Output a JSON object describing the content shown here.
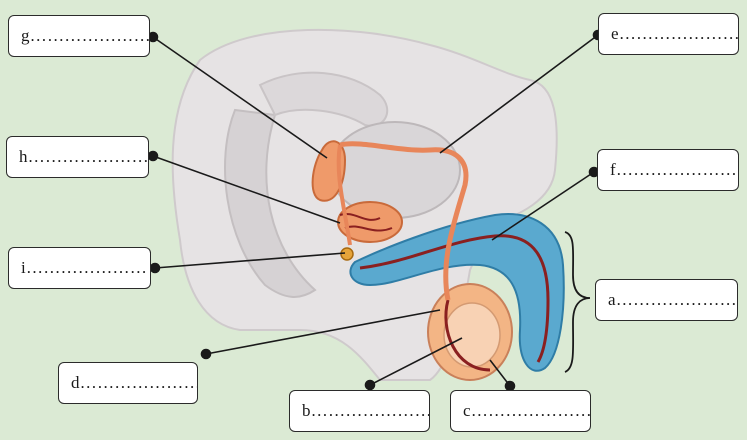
{
  "diagram": {
    "background_color": "#dbead4",
    "labels": {
      "a": "a…………………",
      "b": "b…………………",
      "c": "c…………………",
      "d": "d…………………",
      "e": "e…………………",
      "f": "f…………………",
      "g": "g…………………",
      "h": "h…………………",
      "i": "i…………………"
    },
    "colors": {
      "tissue": "#e6e3e4",
      "tissue_dark": "#cfcacc",
      "bladder": "#d9d6d8",
      "duct": "#e8865a",
      "gland": "#ef9a6a",
      "erectile": "#5aa9cf",
      "testis": "#f6c29a",
      "leader_line": "#1a1a1a"
    }
  }
}
